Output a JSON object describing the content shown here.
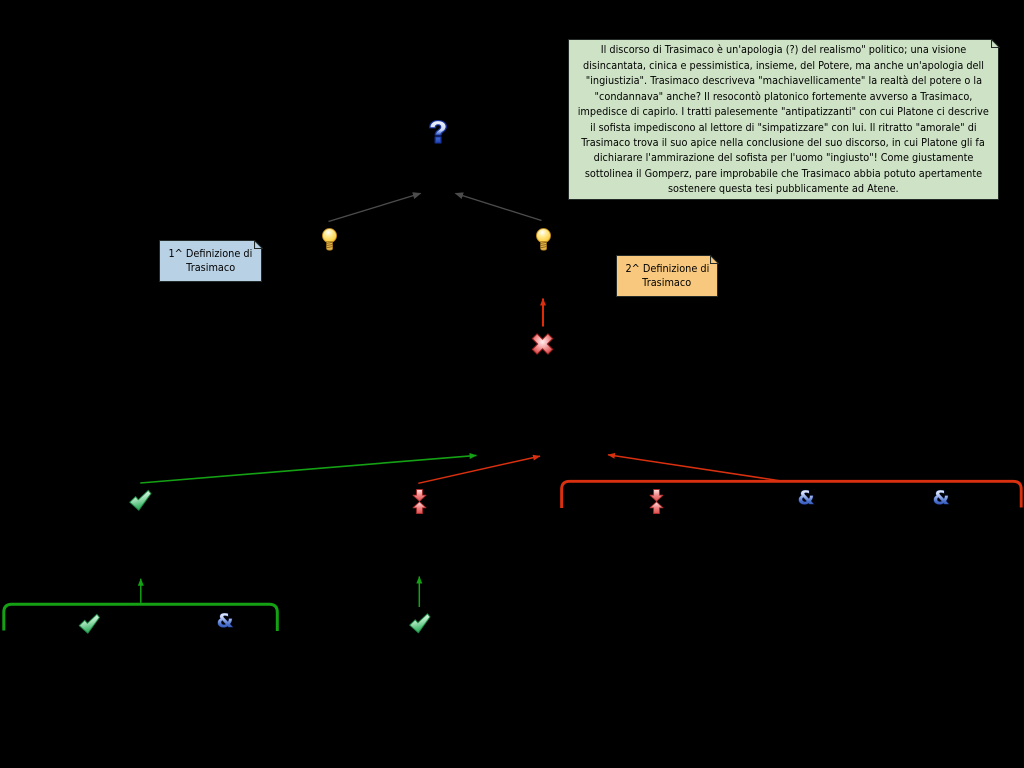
{
  "canvas": {
    "background": "#000000",
    "description": "concept map about Trasimaco (Thrasymachus) on black background"
  },
  "notes": {
    "commentary": {
      "color": "#cee3c6",
      "lines": [
        "Il discorso di Trasimaco è un'apologia (?) del realismo\" politico; una visione",
        "disincantata, cinica e pessimistica, insieme, del Potere, ma anche un'apologia dell",
        "\"ingiustizia\". Trasimaco descriveva \"machiavellicamente\" la realtà del potere o la",
        "\"condannava\" anche? Il resocontò platonico fortemente avverso a Trasimaco,",
        "impedisce di capirlo. I tratti palesemente \"antipatizzanti\" con cui Platone ci descrive",
        "il sofista impediscono al lettore di \"simpatizzare\" con lui. Il ritratto \"amorale\" di",
        "Trasimaco trova il suo apice nella conclusione del suo discorso, in cui Platone gli fa",
        "dichiarare l'ammirazione del sofista per l'uomo \"ingiusto\"! Come giustamente",
        "sottolinea il Gomperz, pare improbabile che Trasimaco abbia potuto apertamente",
        "sostenere questa tesi pubblicamente ad Atene."
      ]
    },
    "def1": {
      "color": "#b9d1e4",
      "lines": [
        "1^ Definizione di",
        "Trasimaco"
      ]
    },
    "def2": {
      "color": "#f8c87f",
      "lines": [
        "2^ Definizione di",
        "Trasimaco"
      ]
    }
  },
  "icons": {
    "question_mark": "?",
    "ampersand": "&"
  },
  "colors": {
    "link_gray": "#4c4c4c",
    "link_green": "#14a114",
    "link_red": "#d9300f",
    "bracket_green": "#14a114",
    "bracket_red": "#d9300f",
    "icon_blue": "#2547b8",
    "icon_yellow": "#ffd34d",
    "icon_green": "#2ea358",
    "icon_red": "#d84040"
  }
}
